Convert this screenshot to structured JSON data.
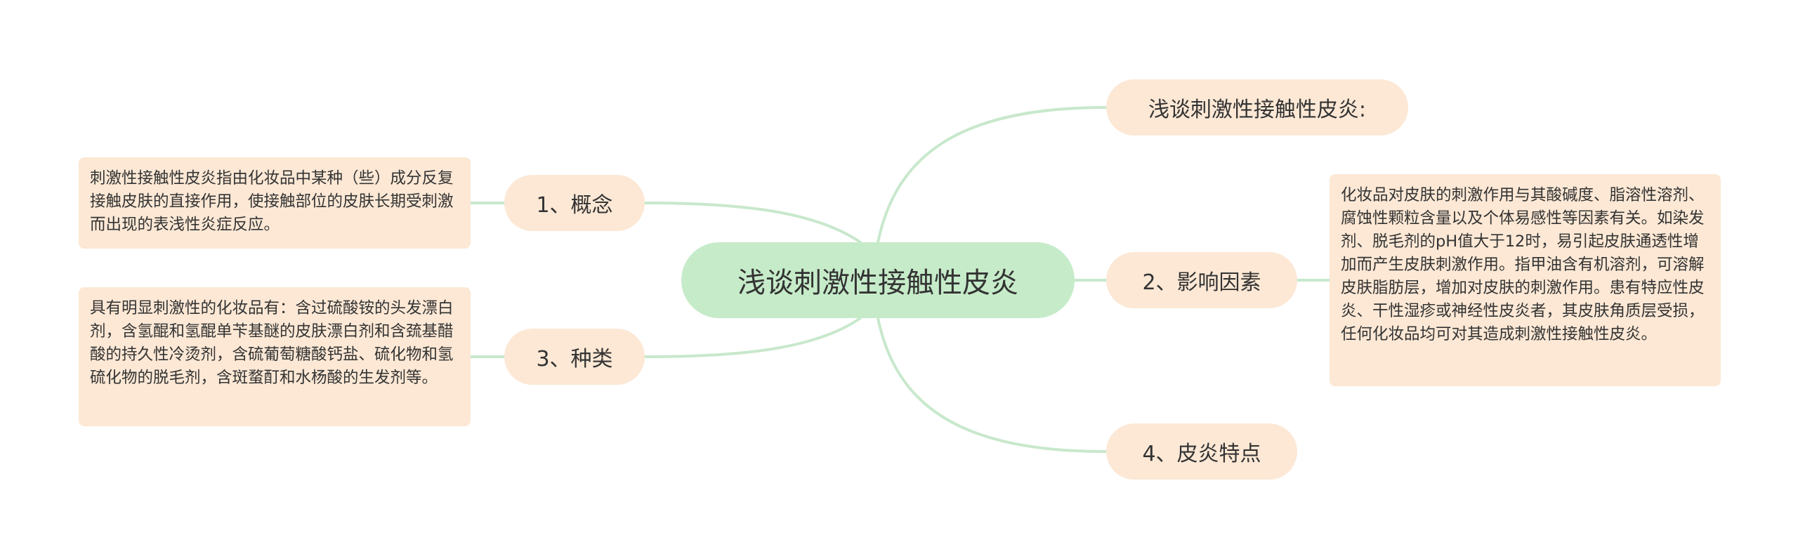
{
  "mindmap": {
    "center": {
      "label": "浅谈刺激性接触性皮炎"
    },
    "topics": {
      "title": {
        "label": "浅谈刺激性接触性皮炎:"
      },
      "concept": {
        "label": "1、概念",
        "detail": "刺激性接触性皮炎指由化妆品中某种（些）成分反复接触皮肤的直接作用，使接触部位的皮肤长期受刺激而出现的表浅性炎症反应。"
      },
      "factors": {
        "label": "2、影响因素",
        "detail": "化妆品对皮肤的刺激作用与其酸碱度、脂溶性溶剂、腐蚀性颗粒含量以及个体易感性等因素有关。如染发剂、脱毛剂的pH值大于12时，易引起皮肤通透性增加而产生皮肤刺激作用。指甲油含有机溶剂，可溶解皮肤脂肪层，增加对皮肤的刺激作用。患有特应性皮炎、干性湿疹或神经性皮炎者，其皮肤角质层受损，任何化妆品均可对其造成刺激性接触性皮炎。"
      },
      "types": {
        "label": "3、种类",
        "detail": "具有明显刺激性的化妆品有：含过硫酸铵的头发漂白剂，含氢醌和氢醌单苄基醚的皮肤漂白剂和含巯基醋酸的持久性冷烫剂，含硫葡萄糖酸钙盐、硫化物和氢硫化物的脱毛剂，含斑蝥酊和水杨酸的生发剂等。"
      },
      "features": {
        "label": "4、皮炎特点"
      }
    }
  },
  "colors": {
    "center_fill": "#c6ebc9",
    "node_fill": "#fce8d5",
    "connector": "#c8e8cc"
  }
}
